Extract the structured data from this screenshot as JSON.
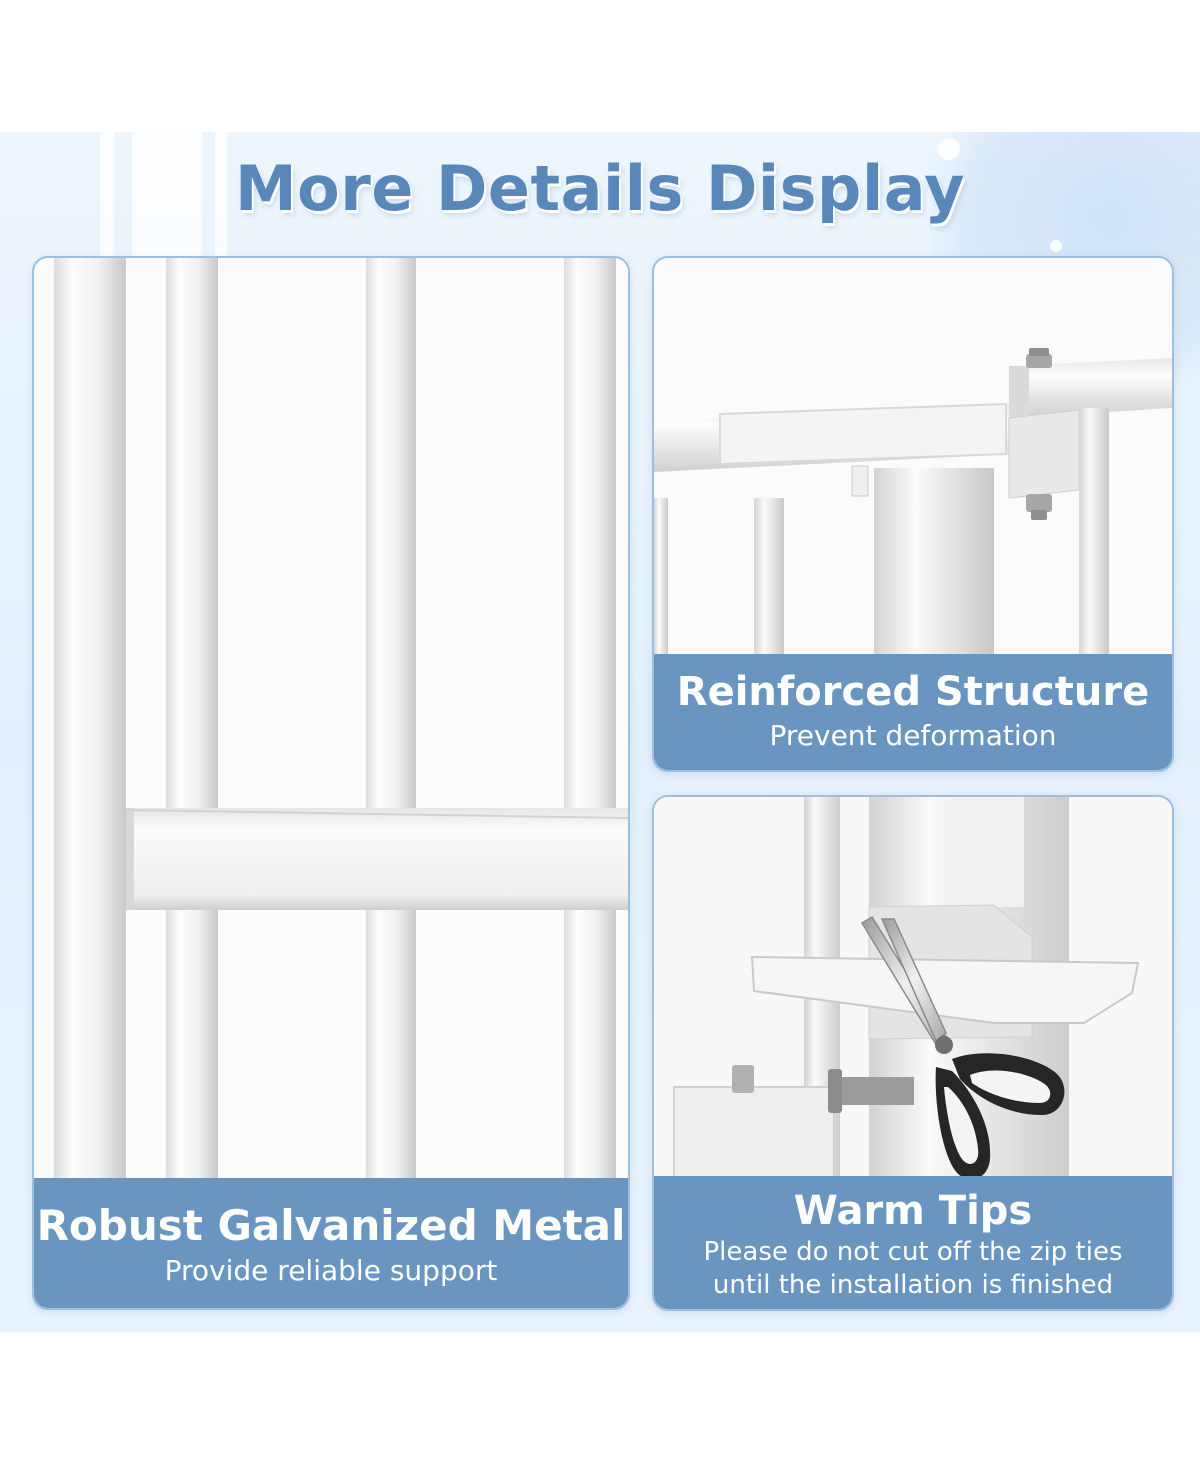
{
  "title": "More Details Display",
  "panels": [
    {
      "title": "Robust Galvanized Metal",
      "subtitle": "Provide reliable support",
      "image": "close-up of white vertical gate bars joined by a horizontal crossbar"
    },
    {
      "title": "Reinforced Structure",
      "subtitle": "Prevent deformation",
      "image": "white gate frame corner with bolted bracket"
    },
    {
      "title": "Warm Tips",
      "subtitle_lines": [
        "Please do not cut off the zip ties",
        "until the installation is finished"
      ],
      "image": "scissors cutting a zip tie on a white gate post"
    }
  ],
  "colors": {
    "title": "#5a87b9",
    "caption_band": "#6b95c1",
    "panel_border": "#9dbfe0",
    "background": "#e3f0fb"
  },
  "icons": [
    "scissors-icon"
  ]
}
